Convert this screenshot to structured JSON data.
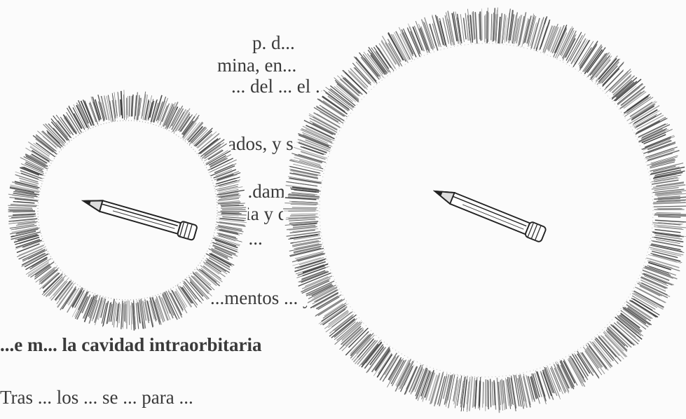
{
  "page": {
    "bleed_through": [],
    "lines": [
      {
        "key": "l1",
        "text": "p. d..."
      },
      {
        "key": "l2",
        "text": "mina, en..."
      },
      {
        "key": "l3",
        "text": "... del ... el ... de la ..."
      },
      {
        "key": "l4",
        "text": "...es y ...ados, y separados"
      },
      {
        "key": "l5",
        "text": "...damental y ..."
      },
      {
        "key": "l6",
        "text": "...ia y de las ..."
      },
      {
        "key": "l7",
        "text": "...ro ..."
      },
      {
        "key": "l8",
        "text": "...mentos ... y ..."
      },
      {
        "key": "l9",
        "text": "...e m... la cavidad intraorbitaria"
      },
      {
        "key": "l10",
        "text": "Tras ... los ... se ... para ..."
      }
    ]
  },
  "figure": {
    "items": [
      {
        "name": "small-ring",
        "depicts": "circular ring of radiating hatch strokes"
      },
      {
        "name": "large-ring",
        "depicts": "circular ring of radiating hatch strokes"
      },
      {
        "name": "pencil",
        "depicts": "pencil pointing left"
      }
    ]
  }
}
